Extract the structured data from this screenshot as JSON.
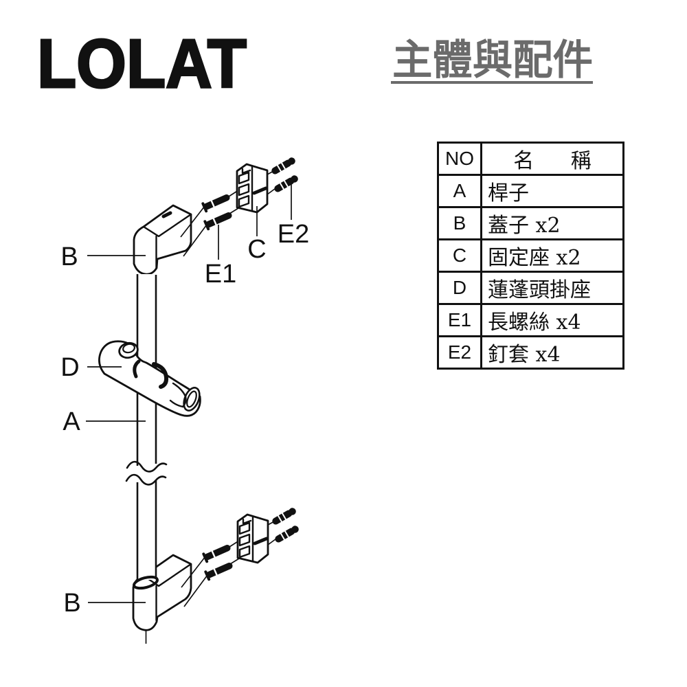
{
  "brand": {
    "logo_text": "LOLAT"
  },
  "header": {
    "title": "主體與配件"
  },
  "parts_table": {
    "col_no": "NO",
    "col_name": "名 稱",
    "rows": [
      {
        "no": "A",
        "name": "桿子"
      },
      {
        "no": "B",
        "name": "蓋子 x2"
      },
      {
        "no": "C",
        "name": "固定座 x2"
      },
      {
        "no": "D",
        "name": "蓮蓬頭掛座"
      },
      {
        "no": "E1",
        "name": "長螺絲 x4"
      },
      {
        "no": "E2",
        "name": "釘套 x4"
      }
    ]
  },
  "diagram": {
    "labels": {
      "b_top": "B",
      "e1": "E1",
      "c": "C",
      "e2": "E2",
      "d": "D",
      "a": "A",
      "b_bottom": "B"
    }
  },
  "colors": {
    "ink": "#111111",
    "title_gray": "#6b6b6b",
    "background": "#ffffff"
  }
}
